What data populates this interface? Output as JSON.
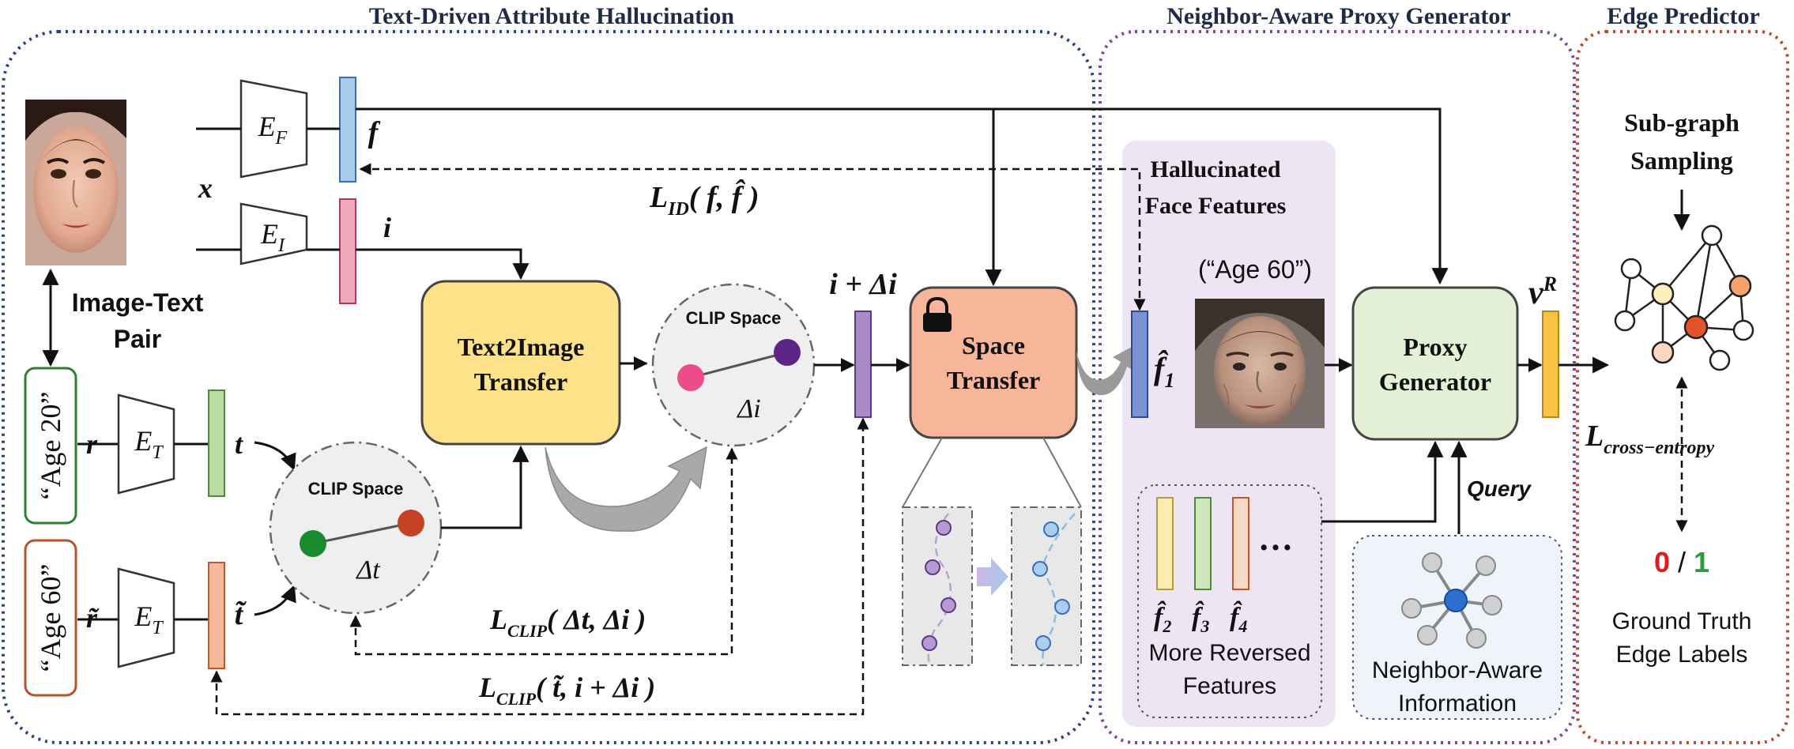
{
  "sections": {
    "hallucination": "Text-Driven Attribute Hallucination",
    "proxy": "Neighbor-Aware Proxy Generator",
    "edge": "Edge Predictor"
  },
  "labels": {
    "x": "x",
    "f": "f",
    "i": "i",
    "r": "r",
    "t": "t",
    "r_tilde": "r̃",
    "t_tilde": "t̃",
    "i_plus_delta": "i + Δi",
    "delta_t": "Δt",
    "delta_i": "Δi",
    "v": "v",
    "v_sup": "R",
    "f_hat": "f̂",
    "f_hat_1_sub": "1",
    "f_hat_2_sub": "2",
    "f_hat_3_sub": "3",
    "f_hat_4_sub": "4",
    "ellipsis": "…"
  },
  "encoders": {
    "ef_main": "E",
    "ef_sub": "F",
    "ei_main": "E",
    "ei_sub": "I",
    "et_main": "E",
    "et_sub": "T"
  },
  "pair_label": [
    "Image-Text",
    "Pair"
  ],
  "age_labels": {
    "age20": "“Age 20”",
    "age60": "“Age 60”"
  },
  "clip_space": "CLIP Space",
  "boxes": {
    "text2image": [
      "Text2Image",
      "Transfer"
    ],
    "space_transfer": [
      "Space",
      "Transfer"
    ],
    "proxy_generator": [
      "Proxy",
      "Generator"
    ]
  },
  "losses": {
    "l_id": {
      "L": "L",
      "sub": "ID",
      "args": "( f, f̂ )"
    },
    "l_clip1": {
      "L": "L",
      "sub": "CLIP",
      "args": "( Δt, Δi )"
    },
    "l_clip2": {
      "L": "L",
      "sub": "CLIP",
      "args": "( t̃, i + Δi )"
    },
    "l_ce": {
      "L": "L",
      "sub": "cross−entropy"
    }
  },
  "hallucinated": {
    "title": [
      "Hallucinated",
      "Face Features"
    ],
    "age_tag": "(“Age 60”)"
  },
  "reversed_features": [
    "More Reversed",
    "Features"
  ],
  "query": "Query",
  "neighbor_info": [
    "Neighbor-Aware",
    "Information"
  ],
  "subgraph": [
    "Sub-graph",
    "Sampling"
  ],
  "edge_labels": {
    "zero": "0",
    "slash": " / ",
    "one": "1"
  },
  "ground_truth": [
    "Ground Truth",
    "Edge Labels"
  ],
  "colors": {
    "hallucination_border": "#2b3f8f",
    "proxy_border": "#7b4a9e",
    "edge_border": "#c2462c",
    "text2image_fill": "#fde28a",
    "space_transfer_fill": "#f7b59a",
    "proxy_fill": "#e4f0d5",
    "feature_blue": "#a8cbe8",
    "feature_pink": "#f0a9bd",
    "feature_green": "#b9dca4",
    "feature_orange": "#f8b99a",
    "feature_purple": "#a98bc6",
    "feature_indigo": "#7c93d3",
    "feature_gold": "#f7c342",
    "label_red": "#e3191c",
    "label_green": "#2e9b3a"
  },
  "icons": [
    "lock-icon",
    "face-photo-young",
    "face-photo-old",
    "graph-icon",
    "neighbor-graph-icon"
  ]
}
